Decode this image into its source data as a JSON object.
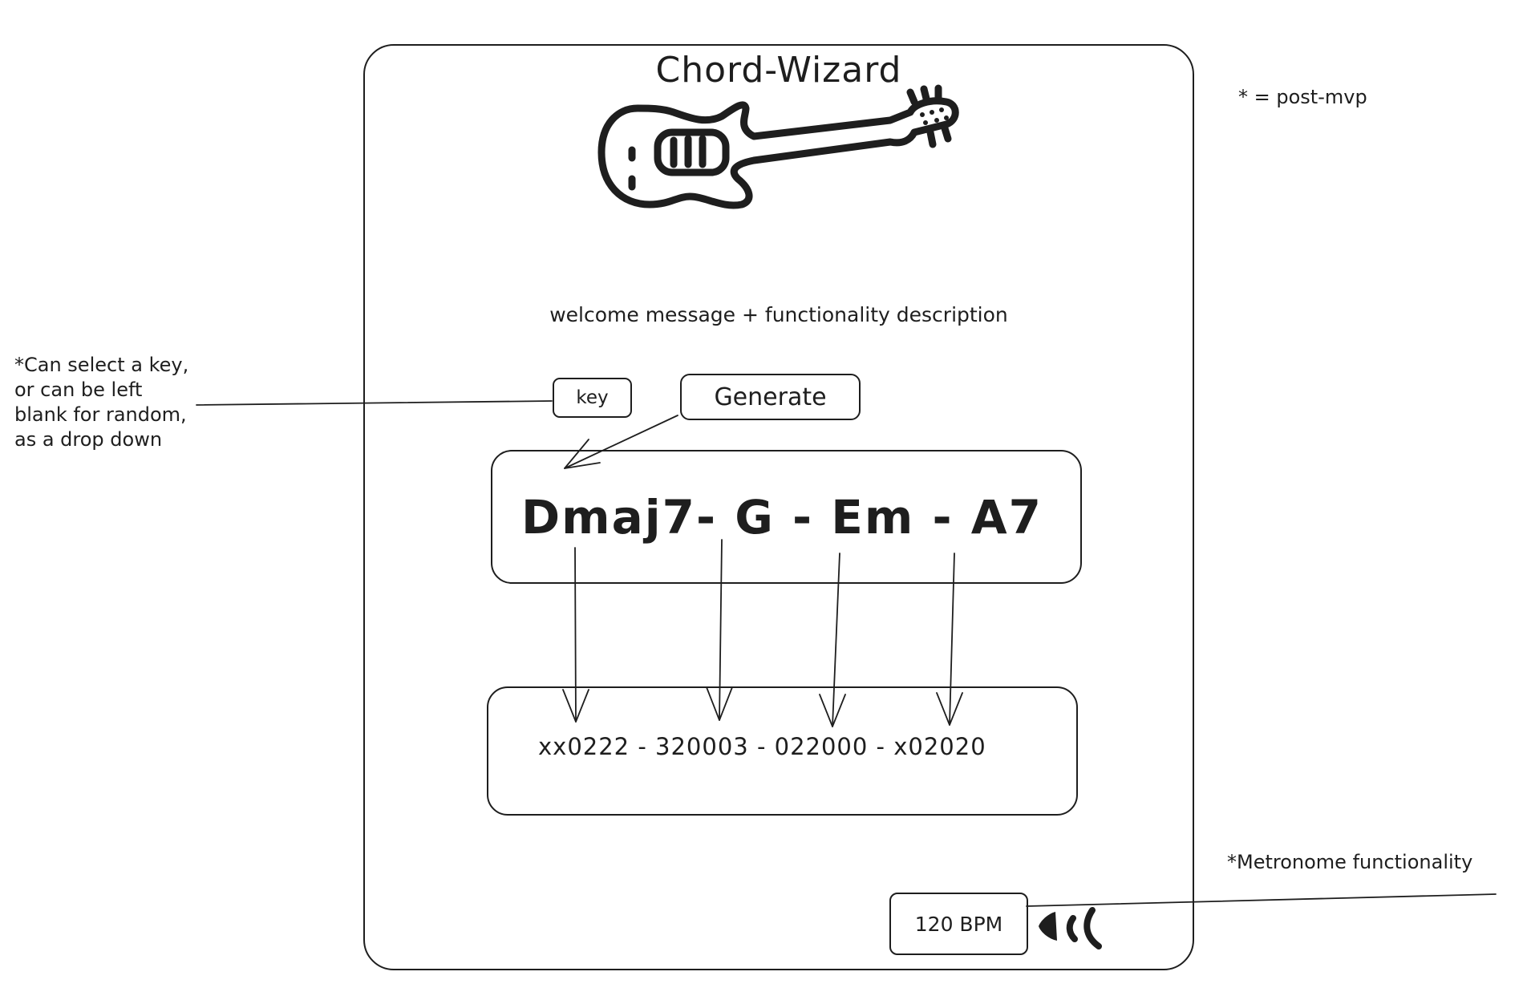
{
  "app": {
    "title": "Chord-Wizard"
  },
  "welcome": {
    "text": "welcome message + functionality description"
  },
  "controls": {
    "key_label": "key",
    "generate_label": "Generate"
  },
  "progression": {
    "chords_text": "Dmaj7- G - Em - A7",
    "tabs_text": "xx0222 - 320003 - 022000 - x02020"
  },
  "metronome": {
    "bpm_label": "120 BPM"
  },
  "annotations": {
    "post_mvp_legend": "* = post-mvp",
    "key_note_lines": [
      "*Can select a key,",
      "or can be left",
      "blank for random,",
      "as a drop down"
    ],
    "metronome_note": "*Metronome functionality"
  },
  "icons": {
    "logo": "guitar-icon",
    "sound": "speaker-icon"
  },
  "colors": {
    "ink": "#1e1e1e",
    "background": "#ffffff"
  }
}
